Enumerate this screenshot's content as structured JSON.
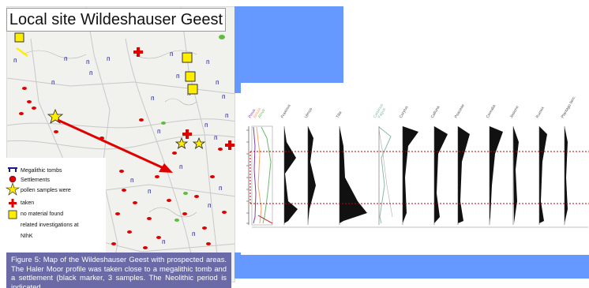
{
  "map": {
    "title": "Local site Wildeshauser Geest",
    "legend": [
      {
        "icon": "megalithic-tomb-icon",
        "label": "Megalithic tombs"
      },
      {
        "icon": "settlement-icon",
        "label": "Settlements"
      },
      {
        "icon": "star-icon",
        "label": "pollen samples were"
      },
      {
        "icon": "cross-icon",
        "label": "taken"
      },
      {
        "icon": "square-icon",
        "label": "no material found"
      },
      {
        "icon": "",
        "label": "related investigations at"
      },
      {
        "icon": "",
        "label": "NIhK"
      }
    ]
  },
  "caption": {
    "text": "Figure 5: Map of the Wildeshauser Geest with prospected areas. The Haler Moor profile was taken  close to a megalithic tomb and a settlement (black marker, 3 samples. The Neolithic period is indicated"
  },
  "pollen": {
    "taxa": [
      "Pinus",
      "Betula",
      "Alnus",
      "Fraxinus",
      "Ulmus",
      "Tilia",
      "Carpinus",
      "Fagus",
      "Corylus",
      "Calluna",
      "Poaceae",
      "Cerealia",
      "Jasione",
      "Rumex",
      "Plantago lanc."
    ]
  },
  "colors": {
    "panel_blue": "#6699ff",
    "caption_bg": "#6a6aa6",
    "arrow_red": "#e00000",
    "marker_yellow": "#ffee00",
    "tomb_navy": "#1a1a8c"
  }
}
